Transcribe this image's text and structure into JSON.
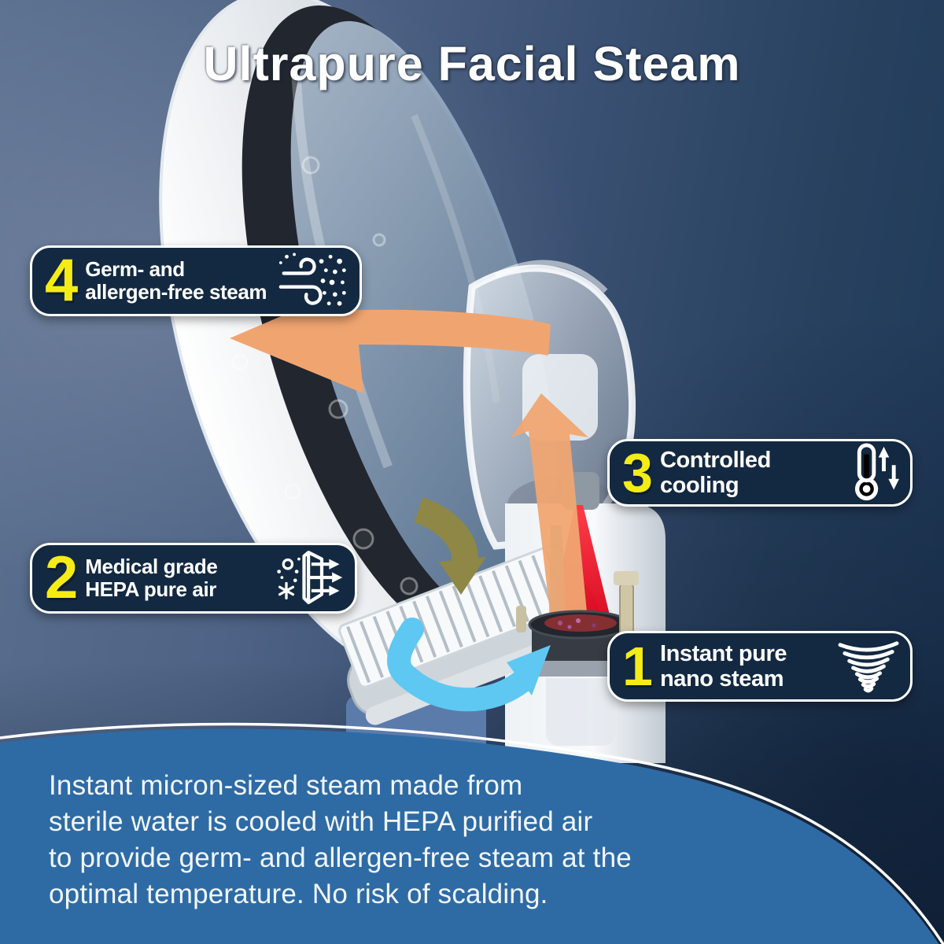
{
  "title": "Ultrapure Facial Steam",
  "callouts": {
    "c4": {
      "number": "4",
      "line1": "Germ- and",
      "line2": "allergen-free steam",
      "icon": "steam-particles-icon"
    },
    "c3": {
      "number": "3",
      "line1": "Controlled",
      "line2": "cooling",
      "icon": "thermometer-icon"
    },
    "c2": {
      "number": "2",
      "line1": "Medical grade",
      "line2": "HEPA pure air",
      "icon": "hepa-filter-icon"
    },
    "c1": {
      "number": "1",
      "line1": "Instant pure",
      "line2": "nano steam",
      "icon": "vortex-icon"
    }
  },
  "description": {
    "line1": "Instant micron-sized steam made from",
    "line2": "sterile water is cooled with HEPA purified air",
    "line3": "to provide germ- and allergen-free steam at the",
    "line4": "optimal temperature. No risk of scalding."
  },
  "colors": {
    "accent_yellow": "#f5ec16",
    "callout_navy": "#132941",
    "panel_blue": "#2e6ba5",
    "arrow_orange": "#f0a571",
    "beam_red": "#e8001e",
    "arrow_cyan": "#5ec8f2",
    "arrow_olive": "#8e8746",
    "background_light": "#5c7090",
    "background_dark": "#1d3756"
  }
}
